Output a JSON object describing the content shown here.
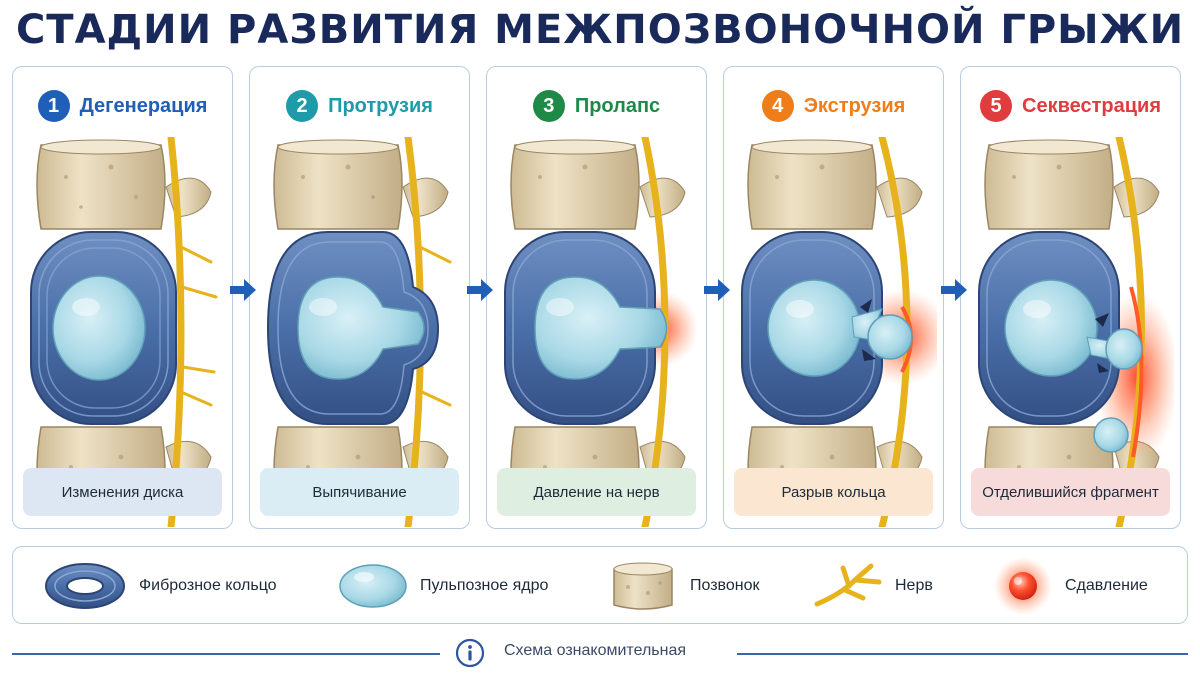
{
  "title": "СТАДИИ РАЗВИТИЯ МЕЖПОЗВОНОЧНОЙ ГРЫЖИ",
  "stages": [
    {
      "number": "1",
      "name": "Дегенерация",
      "caption": "Изменения диска",
      "color": "#1f5fb8",
      "caption_bg": "#dde6f3"
    },
    {
      "number": "2",
      "name": "Протрузия",
      "caption": "Выпячивание",
      "color": "#1e9aa8",
      "caption_bg": "#dbedf4"
    },
    {
      "number": "3",
      "name": "Пролапс",
      "caption": "Давление на нерв",
      "color": "#1f8a47",
      "caption_bg": "#deefe2"
    },
    {
      "number": "4",
      "name": "Экструзия",
      "caption": "Разрыв кольца",
      "color": "#ef7d1a",
      "caption_bg": "#fbe6d1"
    },
    {
      "number": "5",
      "name": "Секвестрация",
      "caption": "Отделившийся фрагмент",
      "color": "#df3d3d",
      "caption_bg": "#f7dada"
    }
  ],
  "legend": [
    {
      "icon": "fibrous-ring-icon",
      "label": "Фиброзное кольцо"
    },
    {
      "icon": "nucleus-icon",
      "label": "Пульпозное ядро"
    },
    {
      "icon": "vertebra-icon",
      "label": "Позвонок"
    },
    {
      "icon": "nerve-icon",
      "label": "Нерв"
    },
    {
      "icon": "compression-icon",
      "label": "Сдавление"
    }
  ],
  "footer": {
    "icon": "info-icon",
    "text": "Схема ознакомительная"
  },
  "colors": {
    "title": "#18295a",
    "bone": "#e5d6b6",
    "ring": "#4a6fa8",
    "nucleus": "#a8d8e6",
    "nerve": "#e7b31d",
    "compression": "#ff5030",
    "arrow": "#1f5fb8"
  }
}
